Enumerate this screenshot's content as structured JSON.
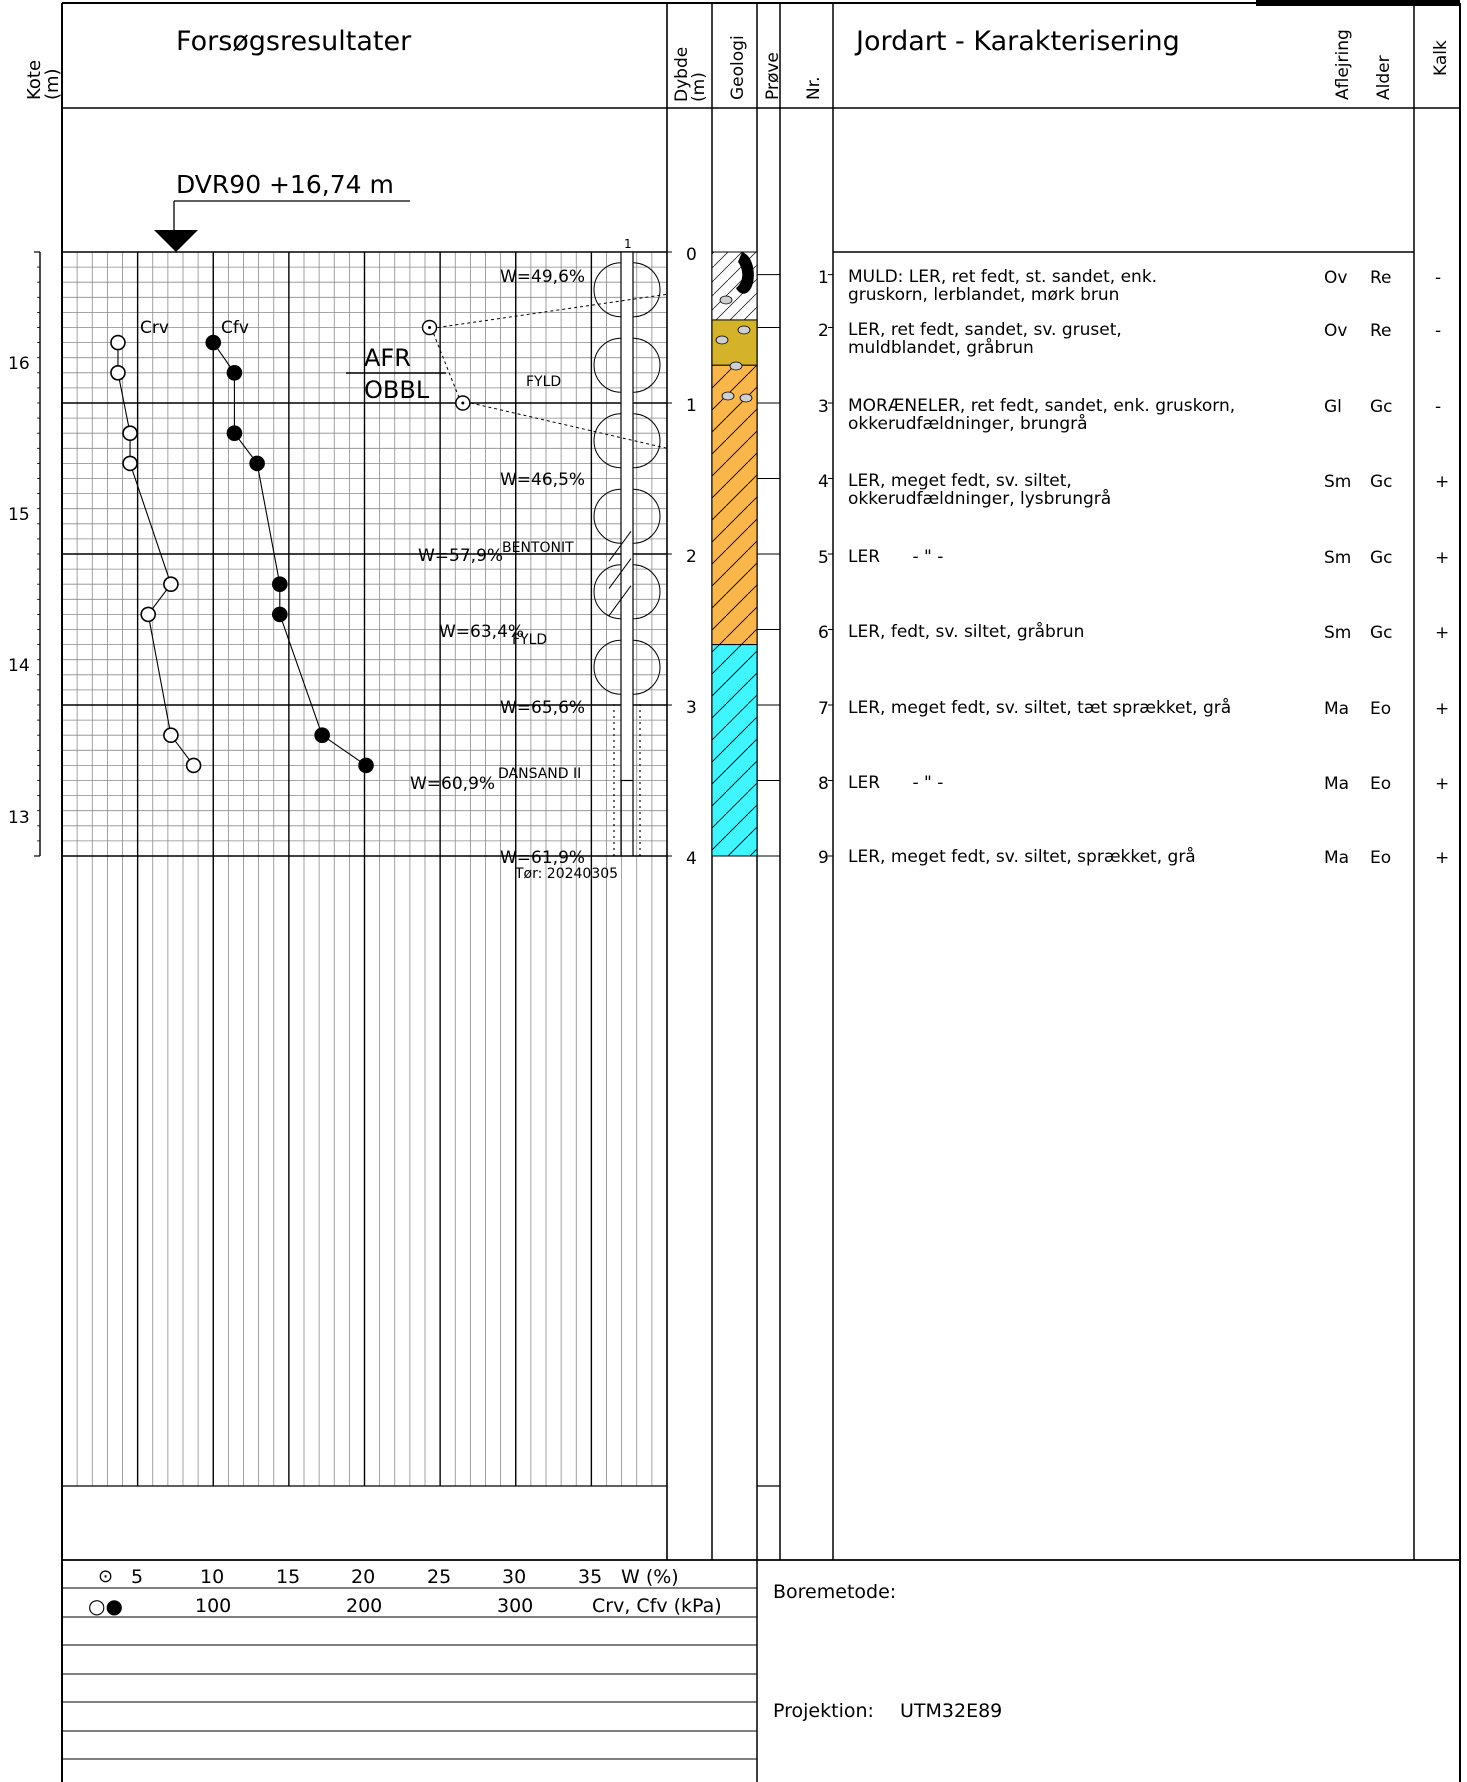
{
  "header": {
    "kote_label": "Kote",
    "kote_unit": "(m)",
    "results_title": "Forsøgsresultater",
    "dybde_label": "Dybde",
    "dybde_unit": "(m)",
    "geologi_label": "Geologi",
    "prove_label": "Prøve",
    "nr_label": "Nr.",
    "jordart_title": "Jordart - Karakterisering",
    "aflejring_label": "Aflejring",
    "alder_label": "Alder",
    "kalk_label": "Kalk"
  },
  "reference": {
    "level_text": "DVR90 +16,74 m"
  },
  "elevation_ticks": [
    "16",
    "15",
    "14",
    "13"
  ],
  "depth_ticks": [
    "0",
    "1",
    "2",
    "3",
    "4"
  ],
  "sample_tube_label": "1",
  "annotations": {
    "afr": "AFR",
    "obbl": "OBBL",
    "fyld_1": "FYLD",
    "bentonit": "BENTONIT",
    "fyld_2": "FYLD",
    "dansand": "DANSAND II",
    "dry_date": "Tør: 20240305"
  },
  "water_contents": [
    {
      "text": "W=49,6%",
      "depth": 0.15
    },
    {
      "text": "W=46,5%",
      "depth": 1.5
    },
    {
      "text": "W=57,9%",
      "depth": 2.0
    },
    {
      "text": "W=63,4%",
      "depth": 2.5
    },
    {
      "text": "W=65,6%",
      "depth": 3.0
    },
    {
      "text": "W=60,9%",
      "depth": 3.5
    },
    {
      "text": "W=61,9%",
      "depth": 4.0
    }
  ],
  "chart_data": {
    "type": "scatter",
    "series": [
      {
        "name": "Crv",
        "marker": "open-circle",
        "x_unit": "kPa",
        "points": [
          [
            37,
            0.6
          ],
          [
            37,
            0.8
          ],
          [
            45,
            1.2
          ],
          [
            45,
            1.4
          ],
          [
            72,
            2.2
          ],
          [
            57,
            2.4
          ],
          [
            72,
            3.2
          ],
          [
            87,
            3.4
          ]
        ]
      },
      {
        "name": "Cfv",
        "marker": "filled-circle",
        "x_unit": "kPa",
        "points": [
          [
            100,
            0.6
          ],
          [
            114,
            0.8
          ],
          [
            114,
            1.2
          ],
          [
            129,
            1.4
          ],
          [
            144,
            2.2
          ],
          [
            144,
            2.4
          ],
          [
            172,
            3.2
          ],
          [
            201,
            3.4
          ]
        ]
      },
      {
        "name": "W",
        "marker": "dotted-circle",
        "x_unit": "%",
        "points": [
          [
            24.3,
            0.5
          ],
          [
            26.5,
            1.0
          ]
        ]
      }
    ],
    "x_axis_w": {
      "label": "W (%)",
      "ticks": [
        5,
        10,
        15,
        20,
        25,
        30,
        35
      ],
      "range": [
        0,
        40
      ]
    },
    "x_axis_c": {
      "label": "Crv, Cfv (kPa)",
      "ticks": [
        100,
        200,
        300
      ],
      "range": [
        0,
        400
      ]
    },
    "y_axis": {
      "label": "Dybde (m)",
      "range": [
        0,
        8.3
      ]
    }
  },
  "layers": [
    {
      "nr": "1",
      "desc": [
        "MULD: LER, ret fedt, st. sandet, enk.",
        "gruskorn, lerblandet, mørk brun"
      ],
      "aflejring": "Ov",
      "alder": "Re",
      "kalk": "-",
      "depth": 0.15,
      "fill": "#ffffff",
      "pattern": "muld"
    },
    {
      "nr": "2",
      "desc": [
        "LER, ret fedt, sandet, sv. gruset,",
        "muldblandet, gråbrun"
      ],
      "aflejring": "Ov",
      "alder": "Re",
      "kalk": "-",
      "depth": 0.5,
      "fill": "#ffffff",
      "pattern": "gravel"
    },
    {
      "nr": "3",
      "desc": [
        "MORÆNELER, ret fedt, sandet, enk. gruskorn,",
        "okkerudfældninger, brungrå"
      ],
      "aflejring": "Gl",
      "alder": "Gc",
      "kalk": "-",
      "depth": 1.0,
      "fill": "#d4b22a",
      "pattern": "stones"
    },
    {
      "nr": "4",
      "desc": [
        "LER, meget fedt, sv. siltet,",
        "okkerudfældninger, lysbrungrå"
      ],
      "aflejring": "Sm",
      "alder": "Gc",
      "kalk": "+",
      "depth": 1.5,
      "fill": "#f8b64b",
      "pattern": "hatch"
    },
    {
      "nr": "5",
      "desc": [
        "LER      - \" -"
      ],
      "aflejring": "Sm",
      "alder": "Gc",
      "kalk": "+",
      "depth": 2.0,
      "fill": "#f8b64b",
      "pattern": "hatch"
    },
    {
      "nr": "6",
      "desc": [
        "LER, fedt, sv. siltet, gråbrun"
      ],
      "aflejring": "Sm",
      "alder": "Gc",
      "kalk": "+",
      "depth": 2.5,
      "fill": "#f8b64b",
      "pattern": "hatch"
    },
    {
      "nr": "7",
      "desc": [
        "LER, meget fedt, sv. siltet, tæt sprækket, grå"
      ],
      "aflejring": "Ma",
      "alder": "Eo",
      "kalk": "+",
      "depth": 3.0,
      "fill": "#3ff6ff",
      "pattern": "hatch"
    },
    {
      "nr": "8",
      "desc": [
        "LER      - \" -"
      ],
      "aflejring": "Ma",
      "alder": "Eo",
      "kalk": "+",
      "depth": 3.5,
      "fill": "#3ff6ff",
      "pattern": "hatch"
    },
    {
      "nr": "9",
      "desc": [
        "LER, meget fedt, sv. siltet, sprækket, grå"
      ],
      "aflejring": "Ma",
      "alder": "Eo",
      "kalk": "+",
      "depth": 4.0,
      "fill": "#3ff6ff",
      "pattern": "hatch"
    }
  ],
  "footer": {
    "w_symbol": "⊙",
    "c_symbols": "○●",
    "w_axis_label": "W (%)",
    "c_axis_label": "Crv, Cfv (kPa)",
    "boremetode_label": "Boremetode:",
    "projektion_label": "Projektion:",
    "projektion_value": "UTM32E89"
  },
  "colors": {
    "line": "#000000",
    "grid_minor": "#8a8a8a",
    "fill_clay": "#f8b64b",
    "fill_moraene": "#d4b22a",
    "fill_marine": "#3ff6ff"
  }
}
